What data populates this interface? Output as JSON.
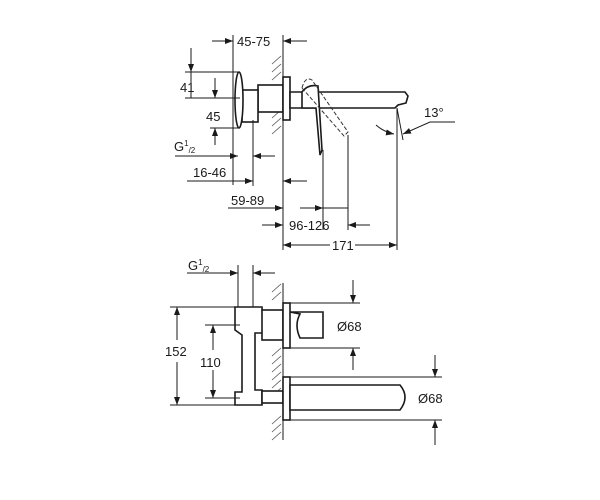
{
  "side_view": {
    "dim_wall_depth": "45-75",
    "dim_handle_height_top": "41",
    "dim_handle_height": "45",
    "thread_label": {
      "main": "G",
      "sup": "1",
      "sub": "/2"
    },
    "dim_body": "16-46",
    "dim_rosette": "59-89",
    "dim_lever": "96-126",
    "dim_spout_length": "171",
    "angle": "13°"
  },
  "front_view": {
    "thread_label": {
      "main": "G",
      "sup": "1",
      "sub": "/2"
    },
    "dim_total_height": "152",
    "dim_center_distance": "110",
    "dim_handle_rosette": "Ø68",
    "dim_spout_rosette": "Ø68"
  }
}
